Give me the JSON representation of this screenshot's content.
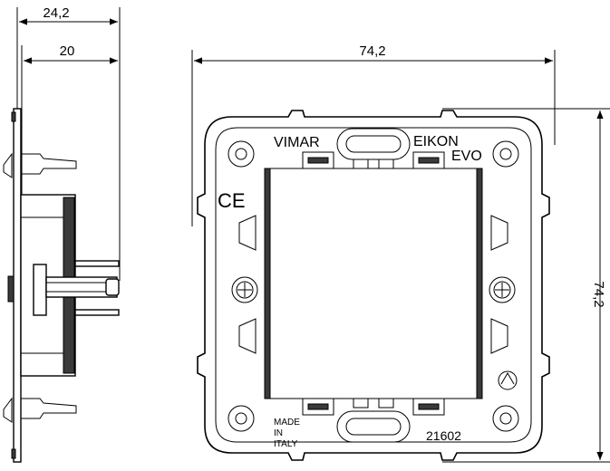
{
  "dimensions": {
    "side_total_depth": "24,2",
    "side_depth": "20",
    "frame_width": "74,2",
    "frame_height": "74,2"
  },
  "frame_markings": {
    "brand": "VIMAR",
    "series_line1": "EIKON",
    "series_line2": "EVO",
    "origin_line1": "MADE",
    "origin_line2": "IN",
    "origin_line3": "ITALY",
    "part_number": "21602",
    "ce_mark": "CE"
  }
}
